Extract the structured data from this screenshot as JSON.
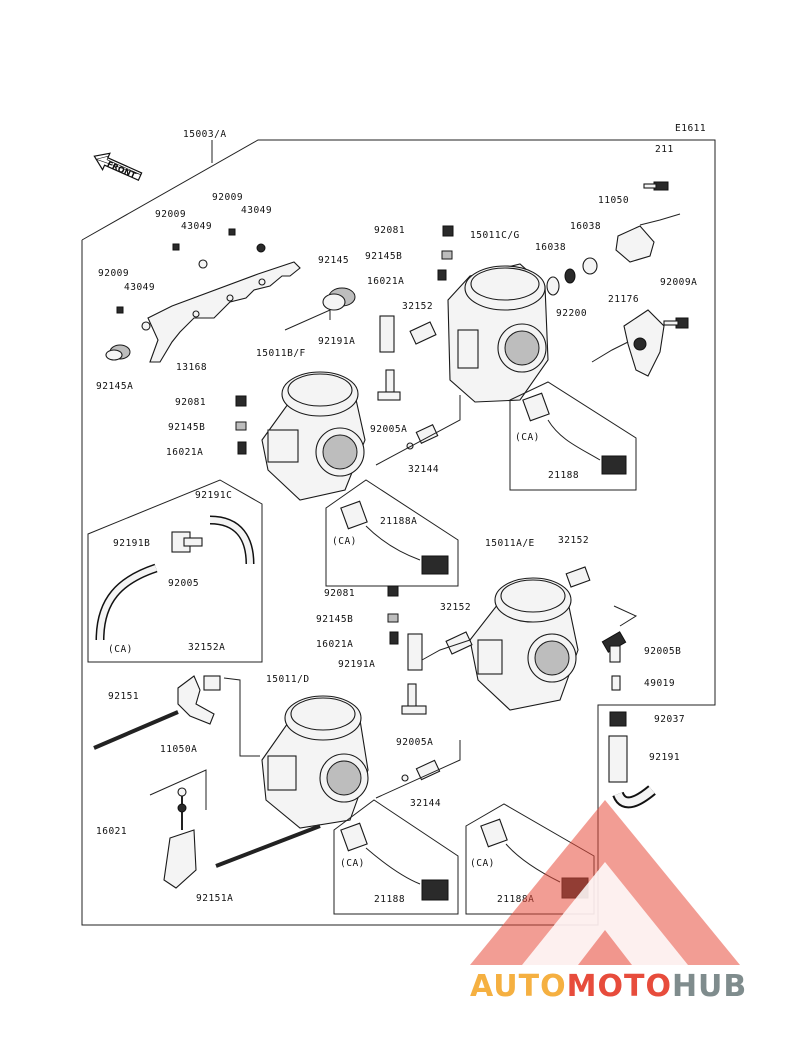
{
  "diagram_id": "E1611",
  "front_label": "FRONT",
  "ca_label": "(CA)",
  "labels": {
    "p15003A": "15003/A",
    "p211": "211",
    "p11050": "11050",
    "p16038a": "16038",
    "p16038b": "16038",
    "p92200": "92200",
    "p21176": "21176",
    "p92009A": "92009A",
    "p92009_1": "92009",
    "p92009_2": "92009",
    "p92009_3": "92009",
    "p43049_1": "43049",
    "p43049_2": "43049",
    "p43049_3": "43049",
    "p92145": "92145",
    "p92191A_top": "92191A",
    "p32152_top": "32152",
    "p13168": "13168",
    "p92145A": "92145A",
    "p15011BF": "15011B/F",
    "p92081_top": "92081",
    "p92145B_top": "92145B",
    "p16021A_top": "16021A",
    "p15011CG": "15011C/G",
    "p92081_mid": "92081",
    "p92145B_mid": "92145B",
    "p16021A_mid": "16021A",
    "p92005A_top": "92005A",
    "p32144_top": "32144",
    "p21188_top": "21188",
    "p21188A_top": "21188A",
    "p92191C": "92191C",
    "p92191B": "92191B",
    "p92005": "92005",
    "p15011AE": "15011A/E",
    "p32152_r": "32152",
    "p92081_low": "92081",
    "p92145B_low": "92145B",
    "p16021A_low": "16021A",
    "p32152_low": "32152",
    "p92191A_low": "92191A",
    "p92005B": "92005B",
    "p49019": "49019",
    "p92037": "92037",
    "p92191": "92191",
    "p32152A": "32152A",
    "p92151": "92151",
    "p11050A": "11050A",
    "p15011D": "15011/D",
    "p92005A_low": "92005A",
    "p32144_low": "32144",
    "p16021": "16021",
    "p92151A": "92151A",
    "p21188_low": "21188",
    "p21188A_low": "21188A"
  },
  "watermark": {
    "part1": "AUTO",
    "part2": "MOTO",
    "part3": "HUB",
    "color1": "#f5b041",
    "color2": "#e74c3c",
    "color3": "#7f8c8d"
  }
}
